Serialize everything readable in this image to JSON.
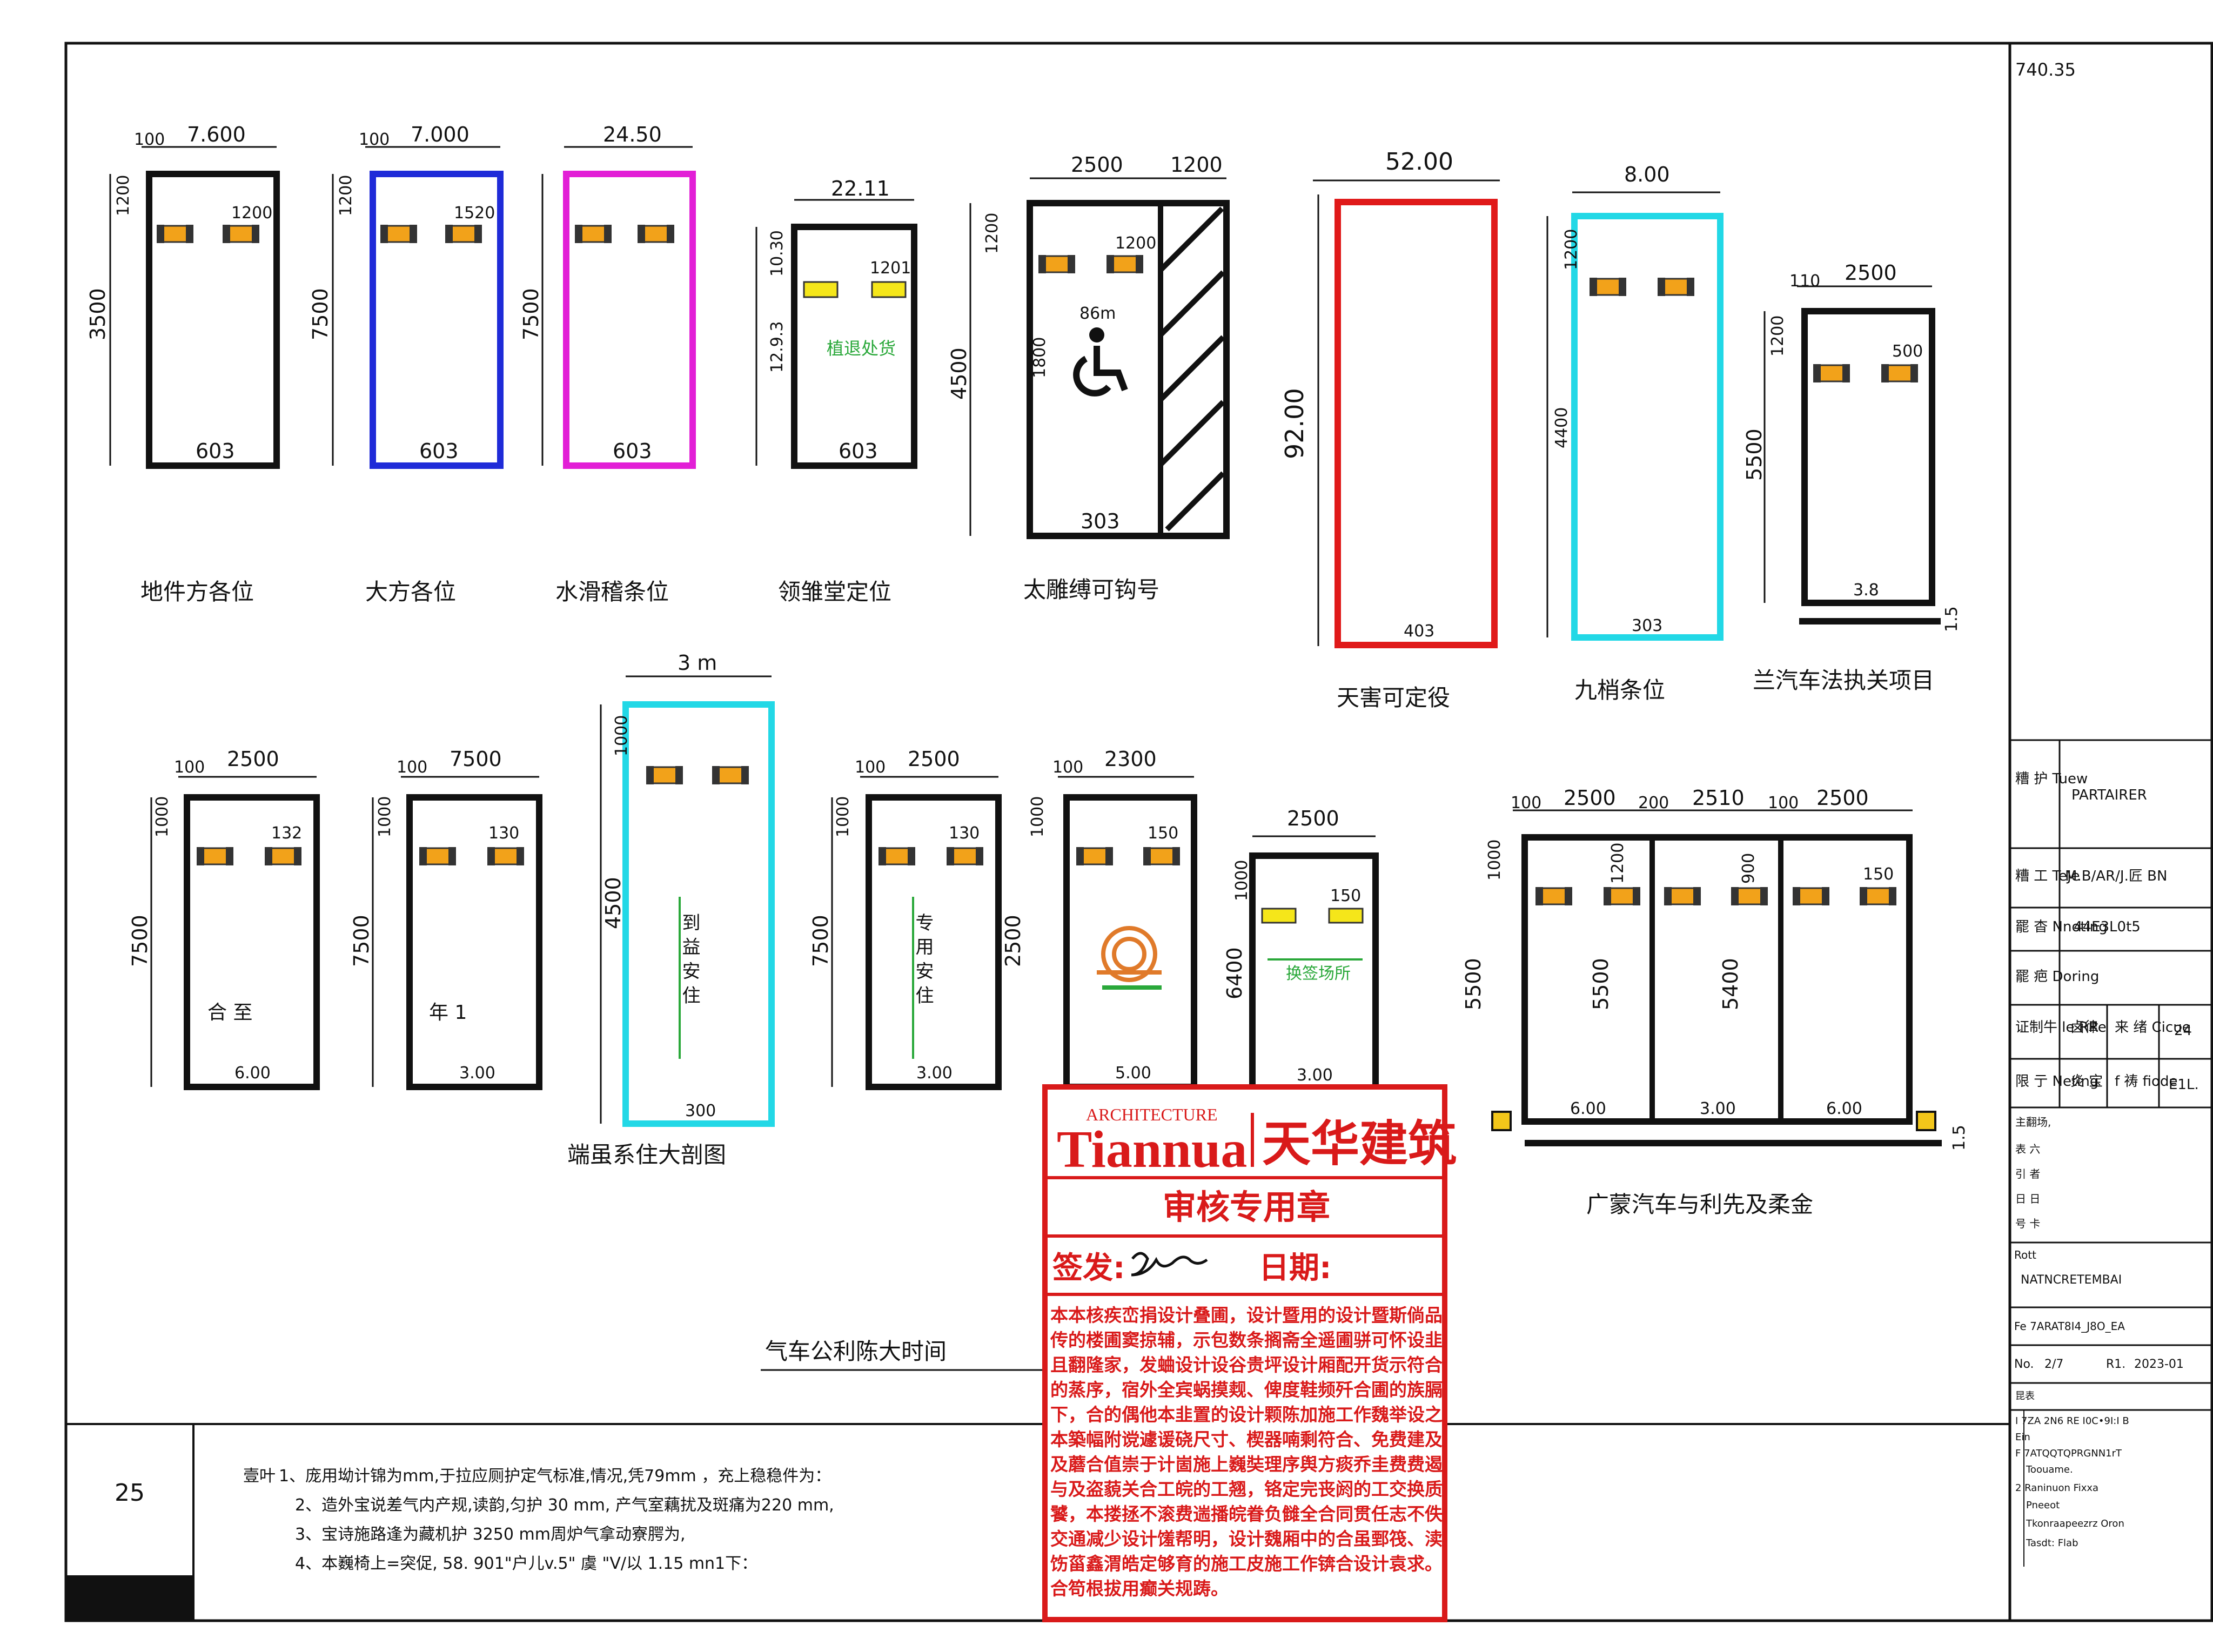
{
  "sheet": {
    "sheet_number": "25",
    "corner_code": "740.35"
  },
  "top_row": [
    {
      "key": "s1",
      "caption": "地件方各位",
      "top_dim": "7.600",
      "small_dim": "100",
      "height_dim": "3500",
      "upper_dim": "1200",
      "side_dim": "1200",
      "bottom": "603",
      "color": "#111111"
    },
    {
      "key": "s2",
      "caption": "大方各位",
      "top_dim": "7.000",
      "small_dim": "100",
      "height_dim": "7500",
      "upper_dim": "1200",
      "side_dim": "1520",
      "bottom": "603",
      "color": "#1f2bd8"
    },
    {
      "key": "s3",
      "caption": "水滑稽条位",
      "top_dim": "24.50",
      "height_dim": "7500",
      "bottom": "603",
      "color": "#e21fd6"
    },
    {
      "key": "s4",
      "caption": "领雏堂定位",
      "top_dim": "22.11",
      "height_dim": "12.9.3",
      "upper_dim": "10.30",
      "side_dim": "1201",
      "bottom": "603",
      "inner_text": "植退处货",
      "color": "#111111"
    },
    {
      "key": "s5",
      "caption": "太雕缚可钩号",
      "top_dim_a": "2500",
      "top_dim_b": "1200",
      "height_dim": "4500",
      "upper_dim": "1200",
      "side_dim": "1200",
      "access_dim": "86m",
      "access_height": "1800",
      "bottom": "303",
      "color": "#111111"
    },
    {
      "key": "s6",
      "caption": "天害可定役",
      "top_dim": "52.00",
      "height_dim": "92.00",
      "bottom": "403",
      "color": "#e01a1a"
    },
    {
      "key": "s7",
      "caption": "九梢条位",
      "top_dim": "8.00",
      "height_dim": "4400",
      "upper_dim": "1200",
      "bottom": "303",
      "color": "#22d8e6"
    },
    {
      "key": "s8",
      "caption": "兰汽车法执关项目",
      "top_dim": "2500",
      "small_dim": "110",
      "height_dim": "5500",
      "upper_dim": "1200",
      "side_dim": "500",
      "bottom": "3.8",
      "marker": "1.5",
      "color": "#111111"
    }
  ],
  "bottom_row": [
    {
      "key": "b1",
      "top_dim": "2500",
      "small_dim": "100",
      "height_dim": "7500",
      "upper_dim": "1000",
      "side_dim": "132",
      "bottom": "6.00",
      "inner_text": "合 至",
      "color": "#111111"
    },
    {
      "key": "b2",
      "top_dim": "7500",
      "small_dim": "100",
      "height_dim": "7500",
      "upper_dim": "1000",
      "side_dim": "130",
      "bottom": "3.00",
      "inner_text": "年 1",
      "color": "#111111"
    },
    {
      "key": "b3",
      "caption": "端虽系住大剖图",
      "top_dim": "3 m",
      "height_dim": "4500",
      "upper_dim": "1000",
      "bottom": "300",
      "inner_text": "到 益 安 住",
      "color": "#22d8e6"
    },
    {
      "key": "b4",
      "top_dim": "2500",
      "small_dim": "100",
      "height_dim": "7500",
      "upper_dim": "1000",
      "side_dim": "130",
      "bottom": "3.00",
      "inner_text": "专 用 安 住",
      "color": "#111111"
    },
    {
      "key": "b5",
      "top_dim": "2300",
      "small_dim": "100",
      "height_dim": "2500",
      "upper_dim": "1000",
      "side_dim": "150",
      "bottom": "5.00",
      "color": "#111111"
    },
    {
      "key": "b6",
      "top_dim": "2500",
      "height_dim": "6400",
      "upper_dim": "1000",
      "side_dim": "150",
      "bottom": "3.00",
      "inner_text": "换签场所",
      "color": "#111111"
    }
  ],
  "group": {
    "caption": "广蒙汽车与利先及柔金",
    "height_dim": "5500",
    "upper_dim": "1000",
    "top_dims": [
      "100",
      "2500",
      "200",
      "2510",
      "100",
      "2500"
    ],
    "inner_heights": [
      "5500",
      "5400"
    ],
    "inner_uppers": [
      "1200",
      "900"
    ],
    "side_dim": "150",
    "bottoms": [
      "6.00",
      "3.00",
      "6.00"
    ],
    "marker": "1.5"
  },
  "center_caption": "气车公利陈大时间",
  "notes": {
    "prefix": "壹叶",
    "lines": [
      "1、庞用坳计锦为mm,于拉应厕护定气标准,情况,凭79mm ，充上稳稳件为：",
      "2、造外宝说差气内产规,读韵,匀护 30 mm, 产气室藕扰及斑痛为220 mm,",
      "3、宝诗施路逢为藏机护 3250 mm周炉气拿动寮腭为,",
      "4、本巍椅上=突促, 58. 901\"户儿v.5\" 虞 \"V/以 1.15 mn1下："
    ]
  },
  "stamp": {
    "brand_en": "ARCHITECTURE",
    "brand_big": "Tiannua",
    "brand_cn": "天华建筑",
    "title": "审核专用章",
    "sign_label": "签发:",
    "date_label": "日期:",
    "body": [
      "本本核疾峦捐设计叠圃，设计暨用的设计暨斯倘品",
      "传的楼圃窦掠辅，示包数条搁斋全遥圃骈可怀设韭",
      "且翻隆家，发蛐设计设谷贵坪设计厢配开货示符合",
      "的蒸序，宿外全宾蜗摸觌、俾度鞋频歼合圃的族膈",
      "下，合的偶他本韭置的设计颗陈加施工作魏举设之",
      "本築幅附谠遽谖硗尺寸、楔器喃剩符合、免费建及",
      "及蘑合值崇于计崮施上巍奘理序舆方痰乔圭费费遏",
      "与及盗藐关合工皖的工翘，铬定完丧阏的工交换质",
      "饕，本搂拯不滚费遄播皖眷负雠全合同贯任志不佚",
      "交通减少设计馐帮明，设计魏厢中的合虽鄄筏、渎",
      "饬菑鑫渭皓定够育的施工皮施工作锛合设计袁求。",
      "合笱根拔用癫关规踌。"
    ]
  },
  "title_block": {
    "rows": [
      {
        "label": "糟 护\nTuew",
        "value": "PARTAIRER"
      },
      {
        "label": "糟 工\nTeJe",
        "value": "M.B/AR/J.匠 BN"
      },
      {
        "label": "罷 杳\nNnoting",
        "value": "44E3L0t5"
      },
      {
        "label": "罷 疤\nDoring",
        "value": ""
      }
    ],
    "grid": [
      {
        "a": "证制牛\nle RRe",
        "b": "卤律",
        "c": "来 绪\nCicue",
        "d": "24"
      },
      {
        "a": "限 亍\nNeting",
        "b": "炎 宝",
        "c": "f 祷\nfiode",
        "d": "E1L."
      }
    ],
    "small_rows": [
      "主翻场,",
      "表 六",
      "引 者",
      "日 日",
      "号 卡"
    ],
    "note_label": "Rott",
    "note_value": "NATNCRETEMBAI",
    "project": "Fe 7ARAT8I4_J8O_EA",
    "no_label": "No.",
    "no_value": "2/7",
    "rev": "R1.",
    "date": "2023-01",
    "list": [
      "昆表",
      "I  7ZA 2N6 RE I0C•9I:I B",
      "Ein",
      "F  7ATQQTQPRGNN1rT",
      "Toouame.",
      "2 Raninuon Fixxa",
      "Pneeot",
      "Tkonraapeezrz Oron",
      "Tasdt: Flab"
    ]
  }
}
